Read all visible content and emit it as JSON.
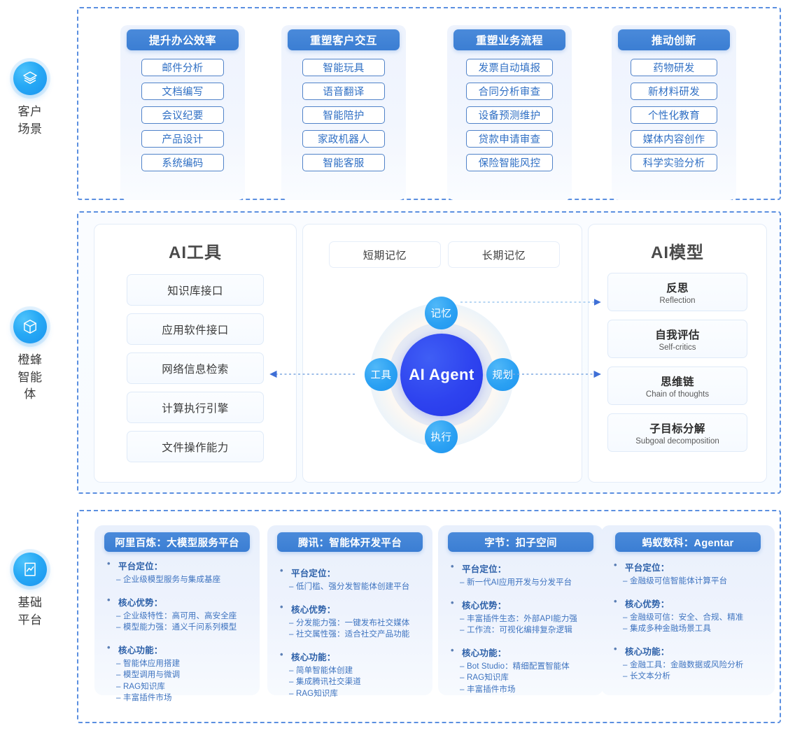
{
  "rail": [
    {
      "id": "customer-scenarios",
      "icon": "layers-icon",
      "label": "客户\n场景"
    },
    {
      "id": "orange-bee-agent",
      "icon": "cube-icon",
      "label": "橙蜂\n智能\n体"
    },
    {
      "id": "foundation-platform",
      "icon": "chart-document-icon",
      "label": "基础\n平台"
    }
  ],
  "scenarios": {
    "columns": [
      {
        "title": "提升办公效率",
        "items": [
          "邮件分析",
          "文档编写",
          "会议纪要",
          "产品设计",
          "系统编码"
        ]
      },
      {
        "title": "重塑客户交互",
        "items": [
          "智能玩具",
          "语音翻译",
          "智能陪护",
          "家政机器人",
          "智能客服"
        ]
      },
      {
        "title": "重塑业务流程",
        "items": [
          "发票自动填报",
          "合同分析审查",
          "设备预测维护",
          "贷款申请审查",
          "保险智能风控"
        ]
      },
      {
        "title": "推动创新",
        "items": [
          "药物研发",
          "新材料研发",
          "个性化教育",
          "媒体内容创作",
          "科学实验分析"
        ]
      }
    ]
  },
  "agent": {
    "tools_panel": {
      "title": "AI工具",
      "items": [
        "知识库接口",
        "应用软件接口",
        "网络信息检索",
        "计算执行引擎",
        "文件操作能力"
      ]
    },
    "memory_boxes": [
      "短期记忆",
      "长期记忆"
    ],
    "core_label": "AI Agent",
    "nodes": {
      "top": "记忆",
      "left": "工具",
      "right": "规划",
      "bottom": "执行"
    },
    "model_panel": {
      "title": "AI模型",
      "items": [
        {
          "cn": "反思",
          "en": "Reflection"
        },
        {
          "cn": "自我评估",
          "en": "Self-critics"
        },
        {
          "cn": "思维链",
          "en": "Chain of thoughts"
        },
        {
          "cn": "子目标分解",
          "en": "Subgoal decomposition"
        }
      ]
    }
  },
  "platforms": [
    {
      "title": "阿里百炼：大模型服务平台",
      "groups": [
        {
          "label": "平台定位：",
          "items": [
            "企业级模型服务与集成基座"
          ]
        },
        {
          "label": "核心优势：",
          "items": [
            "企业级特性：高可用、高安全座",
            "模型能力强：通义千问系列模型"
          ]
        },
        {
          "label": "核心功能：",
          "items": [
            "智能体应用搭建",
            "模型调用与微调",
            "RAG知识库",
            "丰富插件市场"
          ]
        }
      ]
    },
    {
      "title": "腾讯：智能体开发平台",
      "groups": [
        {
          "label": "平台定位：",
          "items": [
            "低门槛、强分发智能体创建平台"
          ]
        },
        {
          "label": "核心优势：",
          "items": [
            "分发能力强：一键发布社交媒体",
            "社交属性强：适合社交产品功能"
          ]
        },
        {
          "label": "核心功能：",
          "items": [
            "简单智能体创建",
            "集成腾讯社交渠道",
            "RAG知识库"
          ]
        }
      ]
    },
    {
      "title": "字节：扣子空间",
      "groups": [
        {
          "label": "平台定位：",
          "items": [
            "新一代AI应用开发与分发平台"
          ]
        },
        {
          "label": "核心优势：",
          "items": [
            "丰富插件生态：外部API能力强",
            "工作流：可视化编排复杂逻辑"
          ]
        },
        {
          "label": "核心功能：",
          "items": [
            "Bot Studio：精细配置智能体",
            "RAG知识库",
            "丰富插件市场"
          ]
        }
      ]
    },
    {
      "title": "蚂蚁数科：Agentar",
      "groups": [
        {
          "label": "平台定位：",
          "items": [
            "金融级可信智能体计算平台"
          ]
        },
        {
          "label": "核心优势：",
          "items": [
            "金融级可信：安全、合规、精准",
            "集成多种金融场景工具"
          ]
        },
        {
          "label": "核心功能：",
          "items": [
            "金融工具：金融数据或风险分析",
            "长文本分析"
          ]
        }
      ]
    }
  ],
  "colors": {
    "header_blue": "#3b7ed3",
    "chip_border": "#5183c9",
    "chip_text": "#2f6fc4",
    "dashed_border": "#5b8fe0",
    "agent_core": "#2e43ef",
    "node_blue": "#2ba1f3",
    "badge_blue": "#27a9f5"
  }
}
